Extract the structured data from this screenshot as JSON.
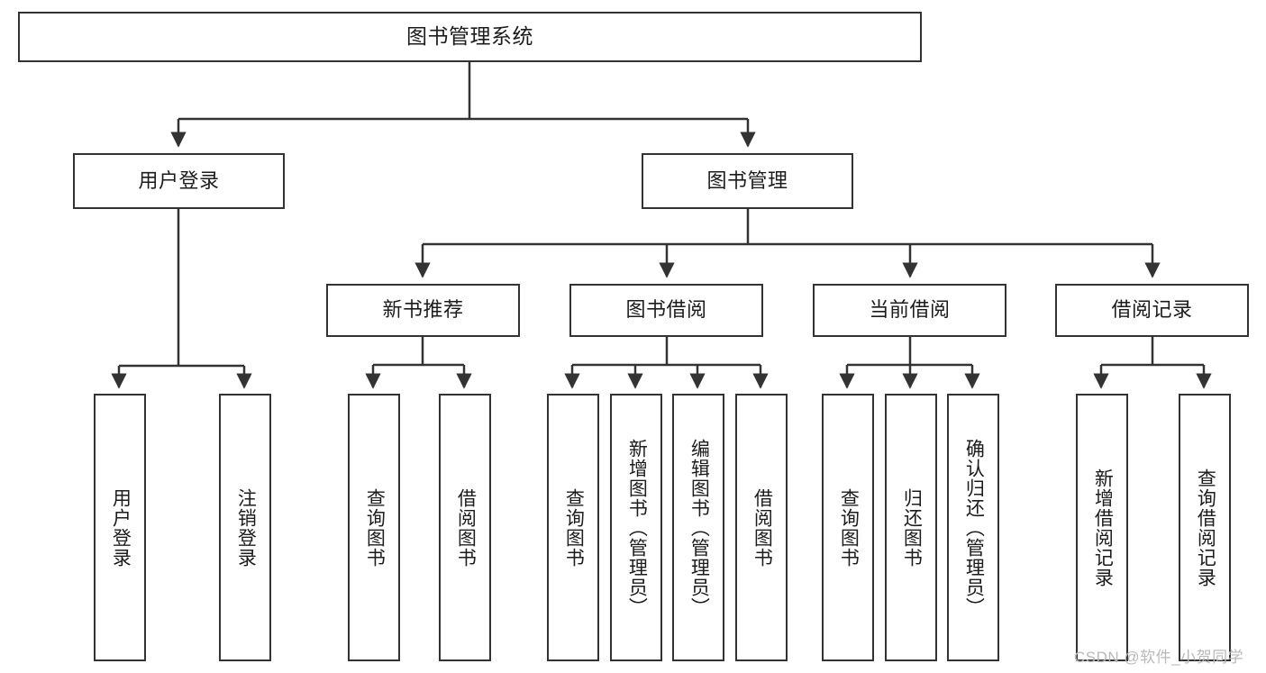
{
  "diagram": {
    "title": "图书管理系统",
    "type": "hierarchy-tree",
    "root": {
      "id": "root",
      "label": "图书管理系统"
    },
    "level2": [
      {
        "id": "user-login",
        "label": "用户登录"
      },
      {
        "id": "book-management",
        "label": "图书管理"
      }
    ],
    "level3": [
      {
        "id": "new-book-recommend",
        "label": "新书推荐"
      },
      {
        "id": "book-borrow",
        "label": "图书借阅"
      },
      {
        "id": "current-borrow",
        "label": "当前借阅"
      },
      {
        "id": "borrow-record",
        "label": "借阅记录"
      }
    ],
    "leaves": {
      "user_login": [
        {
          "id": "leaf-user-login",
          "label": "用户登录"
        },
        {
          "id": "leaf-logout-login",
          "label": "注销登录"
        }
      ],
      "new_book_recommend": [
        {
          "id": "leaf-query-book-1",
          "label": "查询图书"
        },
        {
          "id": "leaf-borrow-book-1",
          "label": "借阅图书"
        }
      ],
      "book_borrow": [
        {
          "id": "leaf-query-book-2",
          "label": "查询图书"
        },
        {
          "id": "leaf-add-book",
          "label": "新增图书（管理员）"
        },
        {
          "id": "leaf-edit-book",
          "label": "编辑图书（管理员）"
        },
        {
          "id": "leaf-borrow-book-2",
          "label": "借阅图书"
        }
      ],
      "current_borrow": [
        {
          "id": "leaf-query-book-3",
          "label": "查询图书"
        },
        {
          "id": "leaf-return-book",
          "label": "归还图书"
        },
        {
          "id": "leaf-confirm-return",
          "label": "确认归还（管理员）"
        }
      ],
      "borrow_record": [
        {
          "id": "leaf-add-record",
          "label": "新增借阅记录"
        },
        {
          "id": "leaf-query-record",
          "label": "查询借阅记录"
        }
      ]
    },
    "colors": {
      "border": "#333333",
      "background": "#ffffff",
      "text": "#1c1c1c",
      "watermark": "#b9b9b9"
    }
  },
  "watermark": {
    "text": "CSDN @软件_小贺同学"
  }
}
